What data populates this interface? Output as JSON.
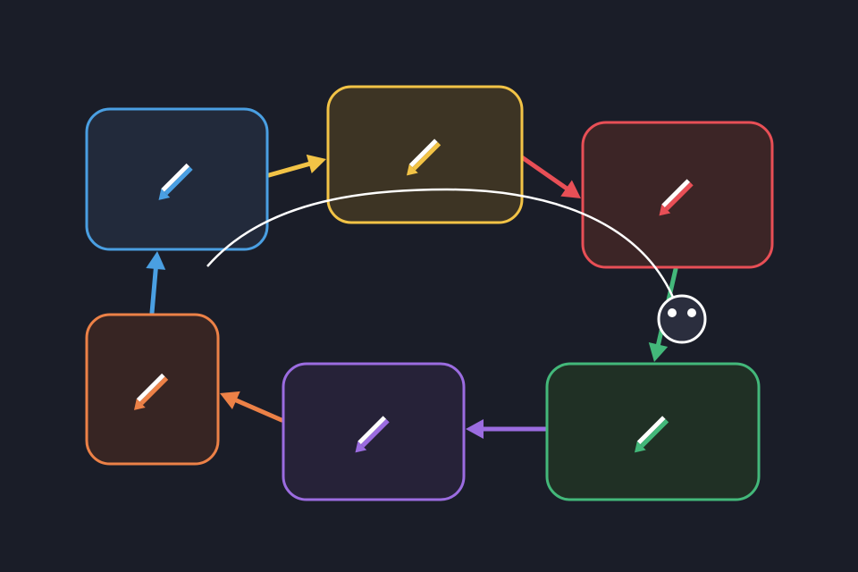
{
  "background": "#1a1d28",
  "nodes": [
    {
      "id": "blue",
      "icon": "pencil-icon",
      "stroke": "#4a9fe2",
      "fill": "#222a3b"
    },
    {
      "id": "yellow",
      "icon": "pencil-icon",
      "stroke": "#f2c346",
      "fill": "#3d3424"
    },
    {
      "id": "red",
      "icon": "pencil-icon",
      "stroke": "#e84f56",
      "fill": "#3c2526"
    },
    {
      "id": "green",
      "icon": "pencil-icon",
      "stroke": "#43b87a",
      "fill": "#203025"
    },
    {
      "id": "purple",
      "icon": "pencil-icon",
      "stroke": "#9b6ce0",
      "fill": "#262238"
    },
    {
      "id": "orange",
      "icon": "pencil-icon",
      "stroke": "#ec8147",
      "fill": "#372523"
    }
  ],
  "edges": [
    {
      "from": "blue",
      "to": "yellow",
      "color": "#f2c346"
    },
    {
      "from": "yellow",
      "to": "red",
      "color": "#e84f56"
    },
    {
      "from": "red",
      "to": "green",
      "color": "#43b87a"
    },
    {
      "from": "green",
      "to": "purple",
      "color": "#9b6ce0"
    },
    {
      "from": "purple",
      "to": "orange",
      "color": "#ec8147"
    },
    {
      "from": "orange",
      "to": "blue",
      "color": "#4a9fe2"
    }
  ],
  "trail": {
    "color": "#ffffff"
  },
  "cursor": {
    "icon": "face-icon",
    "fill": "#2b2e3e",
    "stroke": "#ffffff"
  }
}
